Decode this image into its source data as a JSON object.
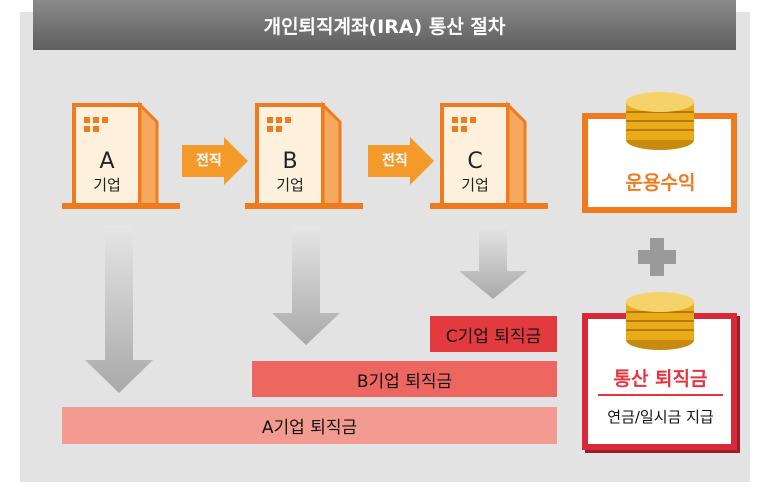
{
  "title": "개인퇴직계좌(IRA) 통산 절차",
  "companies": [
    {
      "letter": "A",
      "suffix": "기업"
    },
    {
      "letter": "B",
      "suffix": "기업"
    },
    {
      "letter": "C",
      "suffix": "기업"
    }
  ],
  "transfer_label": "전직",
  "investment_return_label": "운용수익",
  "total_retirement_label": "통산 퇴직금",
  "payout_label": "연금/일시금 지급",
  "bars": {
    "c": "C기업 퇴직금",
    "b": "B기업 퇴직금",
    "a": "A기업 퇴직금"
  },
  "colors": {
    "orange": "#f07a1e",
    "red": "#e8343e",
    "bar_c": "#e23a3e",
    "bar_b": "#ee6660",
    "bar_a": "#f39b90"
  }
}
